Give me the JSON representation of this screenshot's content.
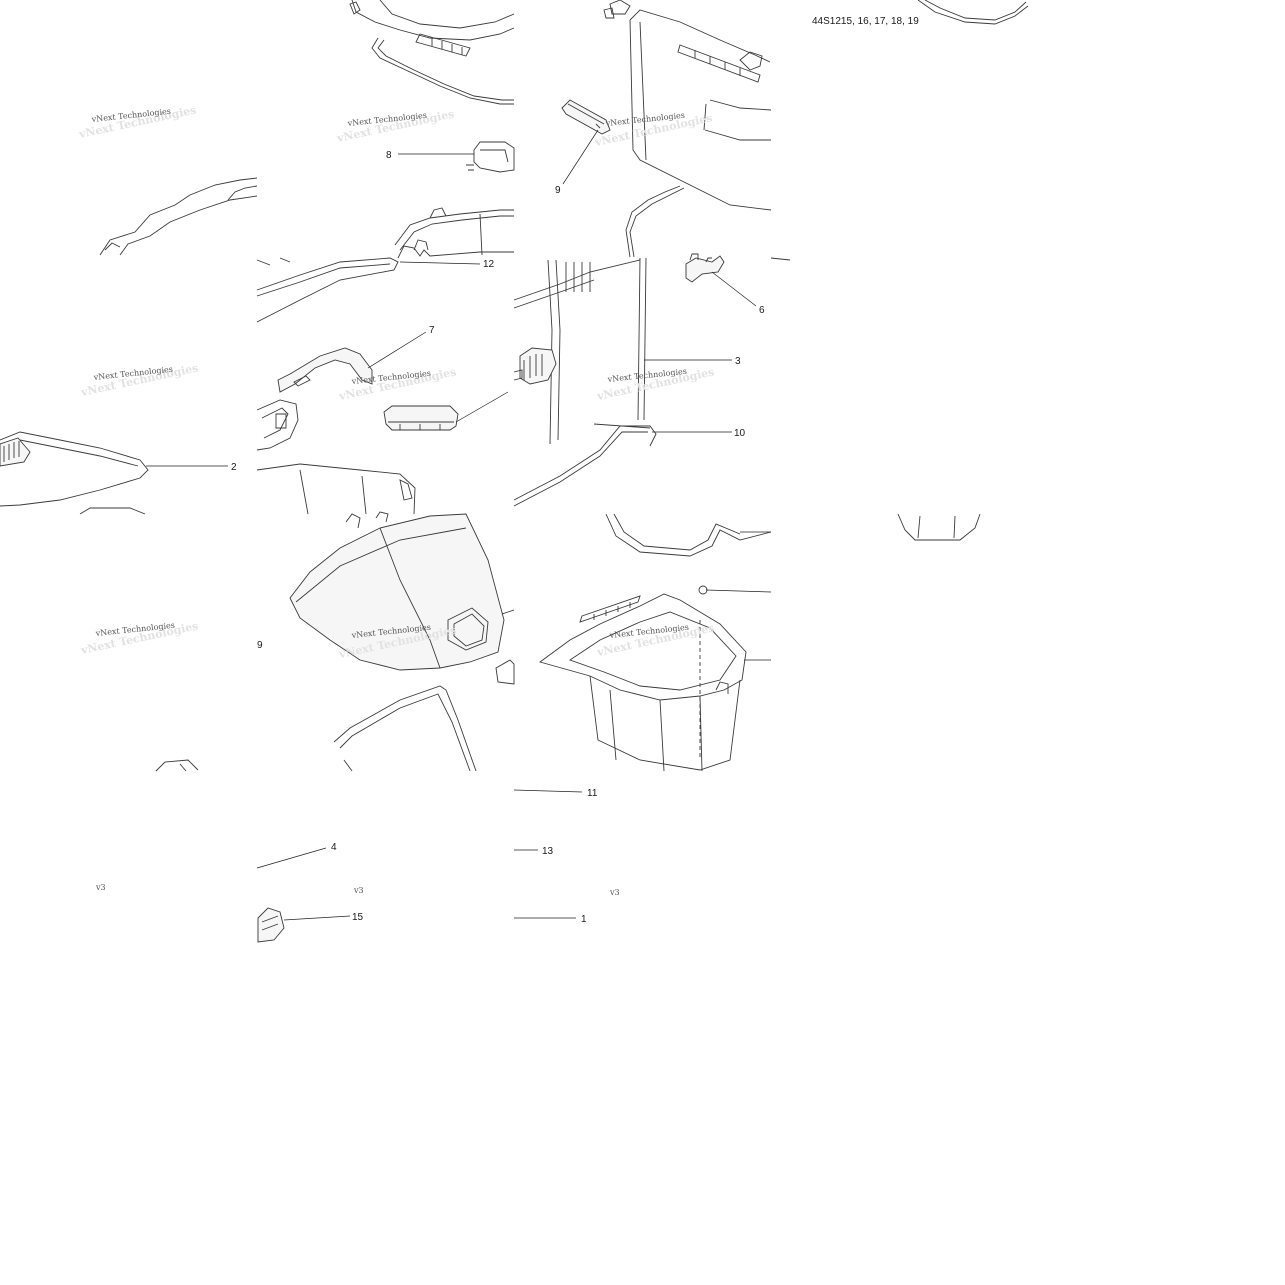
{
  "reference_code": "44S1215, 16, 17, 18, 19",
  "watermark": "vNext Technologies",
  "watermark_fragment": "v3",
  "callouts": [
    {
      "id": "c8",
      "label": "8"
    },
    {
      "id": "c9a",
      "label": "9"
    },
    {
      "id": "c12",
      "label": "12"
    },
    {
      "id": "c6",
      "label": "6"
    },
    {
      "id": "c7",
      "label": "7"
    },
    {
      "id": "c3",
      "label": "3"
    },
    {
      "id": "c10",
      "label": "10"
    },
    {
      "id": "c2",
      "label": "2"
    },
    {
      "id": "c9b",
      "label": "9"
    },
    {
      "id": "c11",
      "label": "11"
    },
    {
      "id": "c4",
      "label": "4"
    },
    {
      "id": "c13",
      "label": "13"
    },
    {
      "id": "c1",
      "label": "1"
    },
    {
      "id": "c15",
      "label": "15"
    }
  ]
}
